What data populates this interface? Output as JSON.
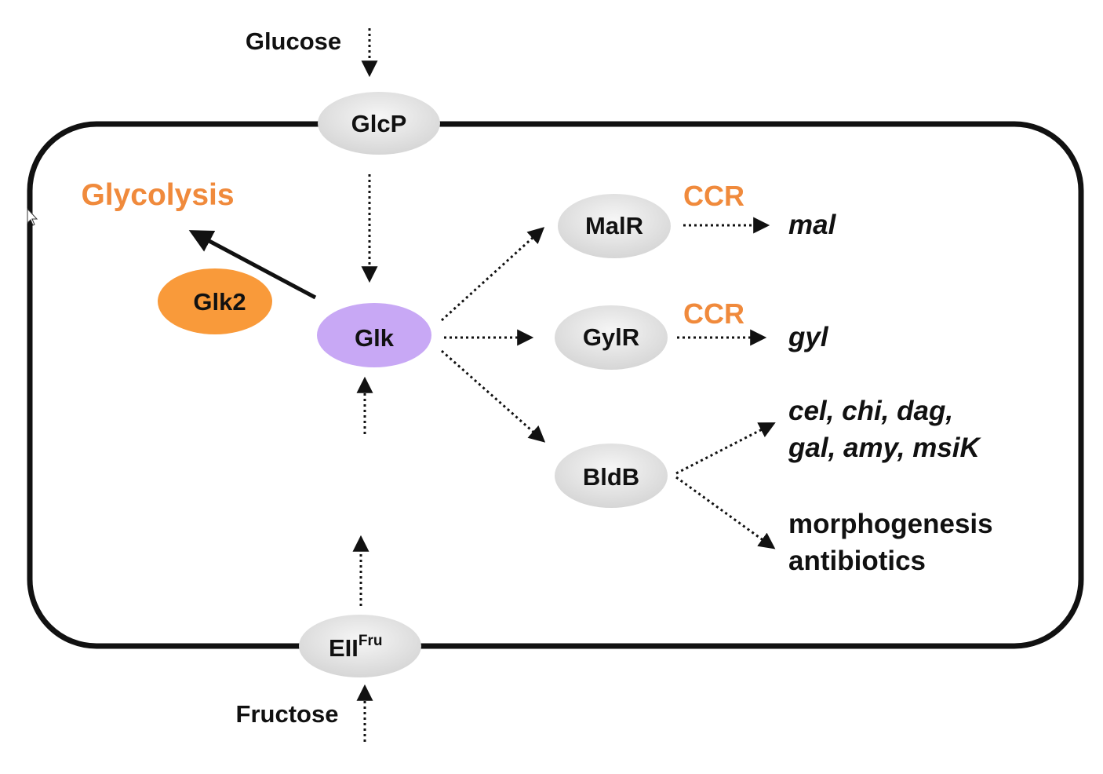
{
  "inputs": {
    "glucose": "Glucose",
    "fructose": "Fructose"
  },
  "transporters": {
    "glcp": "GlcP",
    "eii_base": "EII",
    "eii_sup": "Fru"
  },
  "proteins": {
    "glk": "Glk",
    "glk2": "Glk2",
    "malr": "MalR",
    "gylr": "GylR",
    "bldb": "BldB"
  },
  "pathways": {
    "glycolysis": "Glycolysis",
    "ccr_mal": "CCR",
    "ccr_gyl": "CCR"
  },
  "targets": {
    "mal": "mal",
    "gyl": "gyl",
    "genes_line1": "cel, chi, dag,",
    "genes_line2": "gal, amy, msiK",
    "outcome_line1": "morphogenesis",
    "outcome_line2": "antibiotics"
  },
  "colors": {
    "accent": "#f08a3c",
    "glk_fill": "#c8a8f5",
    "glk2_fill": "#f99a3a",
    "node_fill": "#e2e2e2",
    "membrane": "#111111"
  }
}
